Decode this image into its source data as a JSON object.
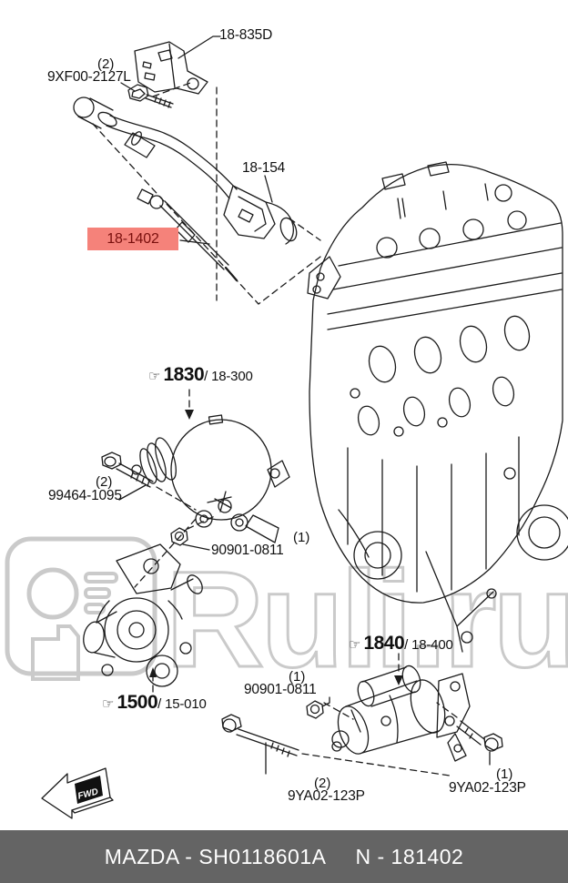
{
  "labels": {
    "bracket": {
      "code": "18-835D"
    },
    "sensor_bolt": {
      "qty": "(2)",
      "code": "9XF00-2127L"
    },
    "harness": {
      "code": "18-154"
    },
    "glow_plug": {
      "code": "18-1402"
    },
    "alt_bolt": {
      "qty": "(2)",
      "code": "99464-1095"
    },
    "nut_alt": {
      "qty": "(1)",
      "code": "90901-0811"
    },
    "nut_starter": {
      "qty": "(1)",
      "code": "90901-0811"
    },
    "starter_bolt_a": {
      "qty": "(2)",
      "code": "9YA02-123P"
    },
    "starter_bolt_b": {
      "qty": "(1)",
      "code": "9YA02-123P"
    }
  },
  "refs": {
    "alternator": {
      "icon": "☞",
      "group": "1830",
      "section": "/ 18-300"
    },
    "water_pump": {
      "icon": "☞",
      "group": "1500",
      "section": "/ 15-010"
    },
    "starter": {
      "icon": "☞",
      "group": "1840",
      "section": "/ 18-400"
    }
  },
  "watermark": {
    "text": "Ruli.ru"
  },
  "fwd": {
    "label": "FWD"
  },
  "footer": {
    "brand": "MAZDA - SH0118601A",
    "number": "N - 181402"
  },
  "colors": {
    "highlight_bg": "#f5827a",
    "highlight_text": "#7a100e",
    "footer_bg": "#646464",
    "footer_text": "#ffffff",
    "watermark": "#c8c8c8",
    "line": "#1b1b1b"
  }
}
